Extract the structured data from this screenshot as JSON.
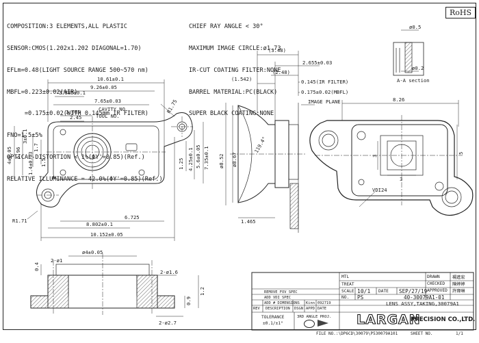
{
  "header": {
    "specs_left": [
      "COMPOSITION:3 ELEMENTS,ALL PLASTIC",
      "SENSOR:CMOS(1.202x1.202 DIAGONAL=1.70)",
      "EFLm=0.48(LIGHT SOURCE RANGE 500~570 nm)",
      "MBFL=0.223±0.02(AIR)",
      "     =0.175±0.02(WITH 0.145mm IR FILTER)",
      "FNO=1.5±5%",
      "OPTICAL-DISTORTION < 1%(ΦY'=0.85)(Ref.)",
      "RELATIVE ILLUMINANCE = 42.0%(ΦY'=0.85)(Ref.)"
    ],
    "specs_right": [
      "CHIEF RAY ANGLE < 30°",
      "MAXIMUM IMAGE CIRCLE:ø1.73",
      "IR-CUT COATING FILTER:NONE",
      "BARREL MATERIAL:PC(BLACK)",
      "SUPER BLACK COATING:NONE"
    ],
    "rohs_badge": "RoHS"
  },
  "front_view": {
    "dims_top": [
      "10.61±0.1",
      "9.26±0.05",
      "3.885±0.1",
      "7.65±0.03",
      "3.085",
      "2.45"
    ],
    "radius": "R1.75",
    "notes": [
      "CAVITY NO.",
      "TOOL NO."
    ],
    "dims_left": [
      "4±0.05",
      "5.96",
      "3±0.1",
      "1.7",
      "1.5",
      "1.4±0.03"
    ],
    "dims_right": [
      "1.25",
      "5.6±0.05",
      "4.25±0.1",
      "7.35±0.1"
    ],
    "datum_label": "A",
    "dims_bottom": [
      "6.725",
      "8.802±0.1",
      "10.152±0.05"
    ],
    "radius_bottom": "R1.71"
  },
  "side_view": {
    "dims_top": [
      "(3.48)",
      "(2.48)",
      "2.655±0.03",
      "(1.542)",
      "0.145(IR FILTER)",
      "0.175±0.02(MBFL)"
    ],
    "label_image_plane": "IMAGE PLANE",
    "dims_vertical": [
      "ø8.67",
      "ø8.52"
    ],
    "angle": "119.4°",
    "dim_bottom": "1.465"
  },
  "detail_view": {
    "diameters": [
      "ø0.5",
      "ø0.2"
    ],
    "section_label": "A-A section"
  },
  "rear_view": {
    "dims": [
      "8.26",
      "3",
      "3",
      "5"
    ],
    "note": "VDI24"
  },
  "bottom_view": {
    "dims": [
      "ø4±0.05",
      "0.4",
      "2-ø1",
      "2-ø1.6",
      "2-ø2.7",
      "0.9",
      "1.2"
    ]
  },
  "title_block": {
    "mtl_label": "MTL",
    "treat_label": "TREAT",
    "scale_label": "SCALE",
    "scale_value": "10/1",
    "date_label": "DATE",
    "date_value": "SEP/27/19",
    "drawn_label": "DRAWN",
    "checked_label": "CHECKED",
    "approved_label": "APPROVED",
    "signoffs": [
      "楊進宏",
      "陳婷婷",
      "許瑋琳"
    ],
    "no_label": "NO.",
    "no_value": "PS",
    "dwg_no": "40-30079A1-01",
    "part_name": "LENS ASSY,TAKING,30079A1",
    "revisions": [
      "REMOVE FOV SPEC",
      "ADD VDI SPEC",
      "ADD # DIMENSIONS"
    ],
    "rev_initials": "Kinn",
    "rev_date": "092719",
    "rev_headers": [
      "REV",
      "DESCRIPTION",
      "DSGN",
      "APPD",
      "DATE"
    ],
    "tolerance_label": "TOLERANCE",
    "tolerance_value": "±0.1/±1°",
    "angle_label": "3RD ANGLE PROJ.",
    "company_logo": "LARGAN",
    "company_suffix": "PRECISION CO.,LTD.",
    "file_no": "FILE NO.:\\DP6CD\\30079\\P530079A101",
    "sheet_no": "SHEET NO.",
    "sheet_value": "1/1"
  }
}
